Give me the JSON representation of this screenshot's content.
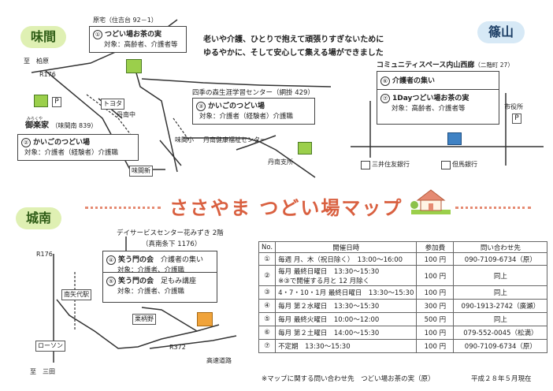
{
  "areas": {
    "ajima": "味間",
    "sasayama": "篠山",
    "jonan": "城南"
  },
  "message": {
    "line1": "老いや介護、ひとりで抱えて頑張りすぎないために",
    "line2": "ゆるやかに、そして安心して集える場ができました"
  },
  "map_title": "ささやま つどい場マップ",
  "locations": {
    "l1": {
      "header": "原宅（住吉台 92－1）",
      "num": "①",
      "name": "つどい場お茶の実",
      "target": "対象：高齢者、介護者等"
    },
    "l2": {
      "header": "御楽家（味間南 839）",
      "header_name": "御楽家",
      "header_ruby": "みらくや",
      "header_addr": "（味間南 839）",
      "num": "②",
      "name": "かいごのつどい場",
      "target": "対象：介護者（経験者）介護職"
    },
    "l3": {
      "header": "四季の森生涯学習センター（網掛 429）",
      "num": "③",
      "name": "かいごのつどい場",
      "target": "対象：介護者（経験者）介護職"
    },
    "l6": {
      "header": "コミュニティスペース内山西廊",
      "header_addr": "（二階町 27）",
      "num": "⑥",
      "name": "介護者の集い"
    },
    "l7": {
      "num": "⑦",
      "name": "1Dayつどい場お茶の実",
      "target": "対象：高齢者、介護者等"
    },
    "l45": {
      "header1": "デイサービスセンター花みずき 2階",
      "header2": "（真南条下 1176）",
      "l4_num": "④",
      "l4_name": "笑う門の会",
      "l4_sub": "介護者の集い",
      "l4_target": "対象：介護者、介護職",
      "l5_num": "⑤",
      "l5_name": "笑う門の会",
      "l5_sub": "足もみ講座",
      "l5_target": "対象：介護者、介護職"
    }
  },
  "map_labels": {
    "to_kashiwara": "至　柏原",
    "r176_a": "R176",
    "toyota": "トヨタ",
    "tannan_chu": "丹南中",
    "ajima_sho": "味間小",
    "tannan_health": "丹南健康福祉センター",
    "tannan_branch": "丹南支所",
    "ajimashin": "味間新",
    "mitsui": "三井住友銀行",
    "tajima": "但馬銀行",
    "city_hall": "市役所",
    "p": "P",
    "r176_b": "R176",
    "minamiyashiro": "南矢代駅",
    "lawson": "ローソン",
    "to_sanda": "至　三田",
    "kuribono": "栗柄野",
    "r372": "R372",
    "expressway": "高速道路"
  },
  "schedule": {
    "headers": [
      "No.",
      "開催日時",
      "参加費",
      "問い合わせ先"
    ],
    "rows": [
      {
        "no": "①",
        "when": "毎週 月、木（祝日除く）　13:00～16:00",
        "when2": "",
        "fee": "100 円",
        "contact": "090-7109-6734（原）"
      },
      {
        "no": "②",
        "when": "毎月 最終日曜日　13:30～15:30",
        "when2": "※③で開催する月と 12 月除く",
        "fee": "100 円",
        "contact": "同上"
      },
      {
        "no": "③",
        "when": "4・7・10・1月 最終日曜日　13:30～15:30",
        "when2": "",
        "fee": "100 円",
        "contact": "同上"
      },
      {
        "no": "④",
        "when": "毎月 第２水曜日　13:30～15:30",
        "when2": "",
        "fee": "300 円",
        "contact": "090-1913-2742（廣瀬）"
      },
      {
        "no": "⑤",
        "when": "毎月 最終火曜日　10:00～12:00",
        "when2": "",
        "fee": "500 円",
        "contact": "同上"
      },
      {
        "no": "⑥",
        "when": "毎月 第２土曜日　14:00～15:30",
        "when2": "",
        "fee": "100 円",
        "contact": "079-552-0045（松満）"
      },
      {
        "no": "⑦",
        "when": "不定期　13:30～15:30",
        "when2": "",
        "fee": "100 円",
        "contact": "090-7109-6734（原）"
      }
    ]
  },
  "footer": {
    "note": "※マップに関する問い合わせ先　つどい場お茶の実（原）",
    "date": "平成２８年５月現在"
  },
  "colors": {
    "building_green": "#9bcf4b",
    "building_blue": "#3f82c4",
    "building_orange": "#f0a33a",
    "title": "#d96040",
    "pill_green": "#dff0b3",
    "pill_blue": "#d7e9f6"
  }
}
